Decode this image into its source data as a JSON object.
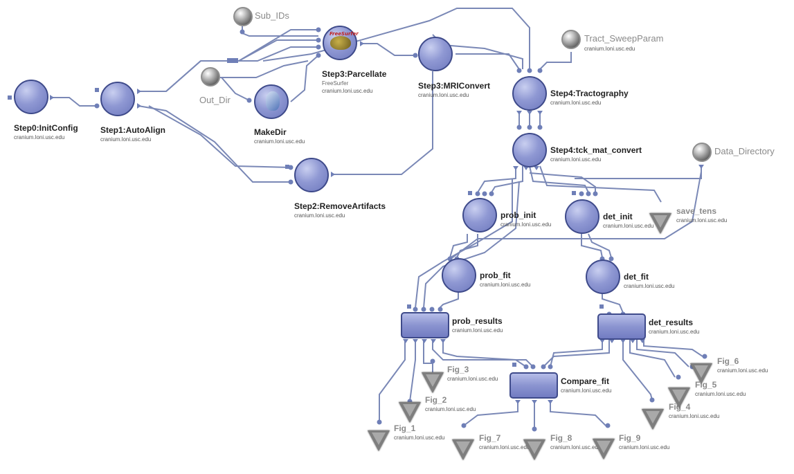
{
  "nodes": {
    "step0": {
      "label": "Step0:InitConfig",
      "server": "cranium.loni.usc.edu"
    },
    "step1": {
      "label": "Step1:AutoAlign",
      "server": "cranium.loni.usc.edu"
    },
    "step2": {
      "label": "Step2:RemoveArtifacts",
      "server": "cranium.loni.usc.edu"
    },
    "step3p": {
      "label": "Step3:Parcellate",
      "app": "FreeSurfer",
      "server": "cranium.loni.usc.edu",
      "logo": "FreeSurfer"
    },
    "makedir": {
      "label": "MakeDir",
      "server": "cranium.loni.usc.edu"
    },
    "step3m": {
      "label": "Step3:MRIConvert",
      "server": "cranium.loni.usc.edu"
    },
    "step4t": {
      "label": "Step4:Tractography",
      "server": "cranium.loni.usc.edu"
    },
    "step4c": {
      "label": "Step4:tck_mat_convert",
      "server": "cranium.loni.usc.edu"
    },
    "probinit": {
      "label": "prob_init",
      "server": "cranium.loni.usc.edu"
    },
    "detinit": {
      "label": "det_init",
      "server": "cranium.loni.usc.edu"
    },
    "probfit": {
      "label": "prob_fit",
      "server": "cranium.loni.usc.edu"
    },
    "detfit": {
      "label": "det_fit",
      "server": "cranium.loni.usc.edu"
    }
  },
  "groups": {
    "probres": {
      "label": "prob_results",
      "server": "cranium.loni.usc.edu"
    },
    "detres": {
      "label": "det_results",
      "server": "cranium.loni.usc.edu"
    },
    "compare": {
      "label": "Compare_fit",
      "server": "cranium.loni.usc.edu"
    }
  },
  "sources": {
    "subids": {
      "label": "Sub_IDs"
    },
    "outdir": {
      "label": "Out_Dir"
    },
    "tractsweep": {
      "label": "Tract_SweepParam",
      "server": "cranium.loni.usc.edu"
    },
    "datadir": {
      "label": "Data_Directory"
    }
  },
  "sinks": {
    "savetens": {
      "label": "save_tens",
      "server": "cranium.loni.usc.edu"
    },
    "fig1": {
      "label": "Fig_1",
      "server": "cranium.loni.usc.edu"
    },
    "fig2": {
      "label": "Fig_2",
      "server": "cranium.loni.usc.edu"
    },
    "fig3": {
      "label": "Fig_3",
      "server": "cranium.loni.usc.edu"
    },
    "fig4": {
      "label": "Fig_4",
      "server": "cranium.loni.usc.edu"
    },
    "fig5": {
      "label": "Fig_5",
      "server": "cranium.loni.usc.edu"
    },
    "fig6": {
      "label": "Fig_6",
      "server": "cranium.loni.usc.edu"
    },
    "fig7": {
      "label": "Fig_7",
      "server": "cranium.loni.usc.edu"
    },
    "fig8": {
      "label": "Fig_8",
      "server": "cranium.loni.usc.edu"
    },
    "fig9": {
      "label": "Fig_9",
      "server": "cranium.loni.usc.edu"
    }
  },
  "colors": {
    "wire": "#7a88b6",
    "node": "#8f98d3",
    "node_border": "#3e4a8a",
    "source": "#8e8e8e",
    "sink": "#7e7e7e"
  }
}
